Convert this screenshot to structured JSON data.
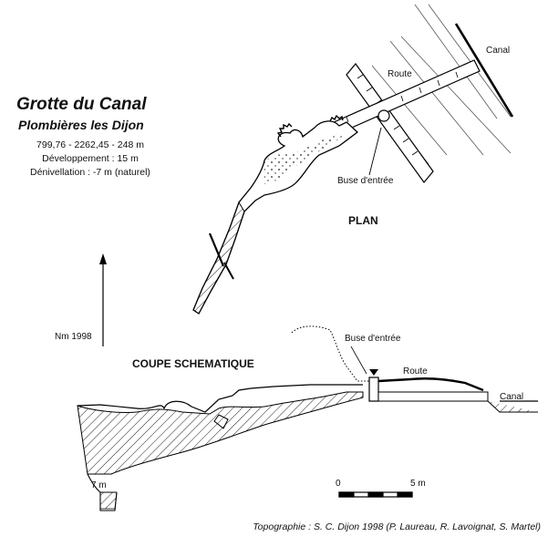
{
  "title": "Grotte du Canal",
  "subtitle": "Plombières les Dijon",
  "stats": {
    "coords": "799,76 - 2262,45 - 248 m",
    "development": "Développement : 15 m",
    "denivellation": "Dénivellation : -7 m (naturel)"
  },
  "plan": {
    "label": "PLAN",
    "canal_label": "Canal",
    "route_label": "Route",
    "buse_label": "Buse d'entrée"
  },
  "north_label": "Nm 1998",
  "coupe": {
    "label": "COUPE SCHEMATIQUE",
    "buse_label": "Buse d'entrée",
    "route_label": "Route",
    "canal_label": "Canal",
    "depth_label": "7 m"
  },
  "scale": {
    "start": "0",
    "end": "5 m"
  },
  "credits": "Topographie : S. C. Dijon 1998 (P. Laureau, R. Lavoignat, S. Martel)"
}
